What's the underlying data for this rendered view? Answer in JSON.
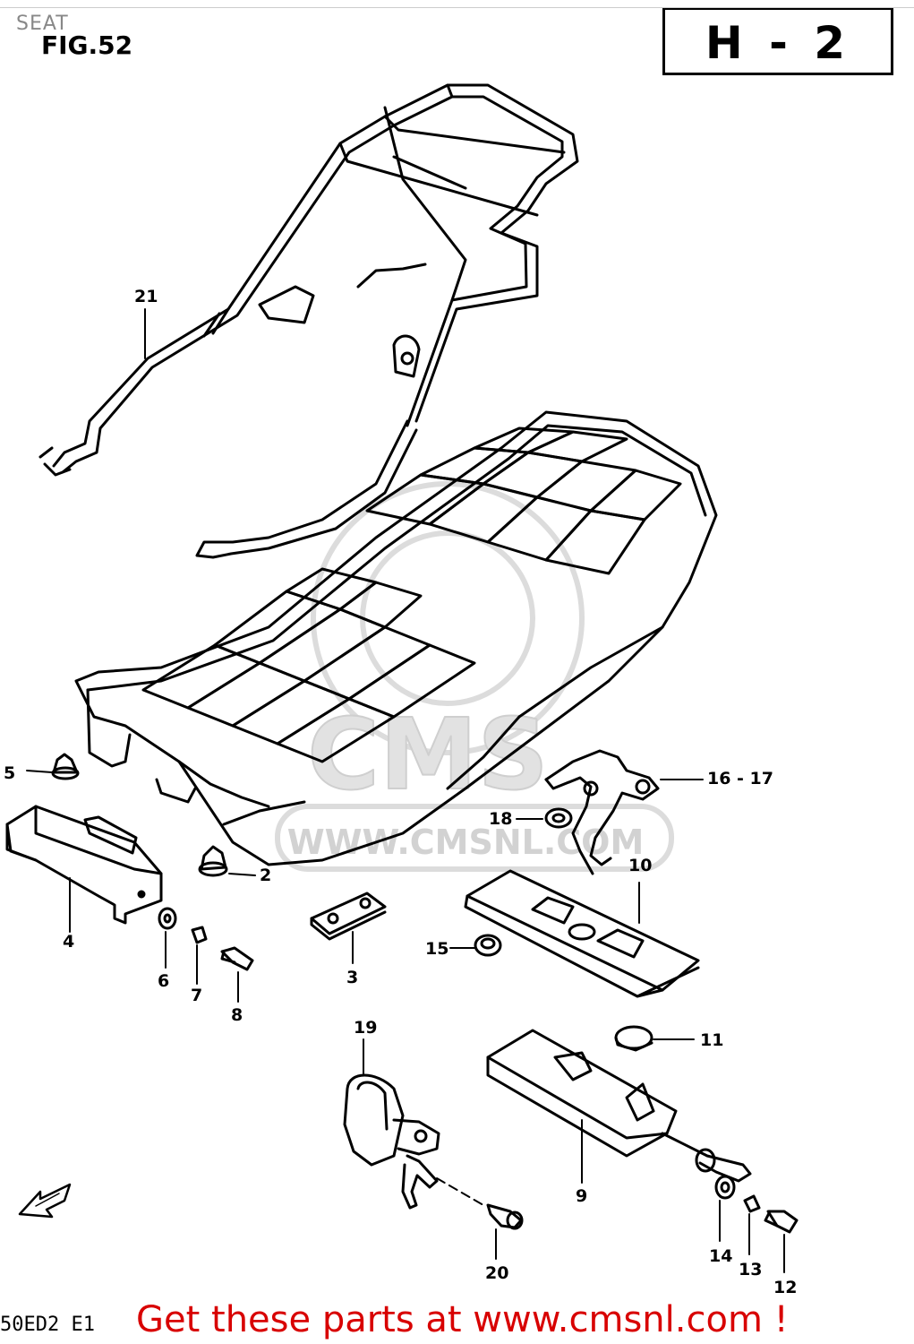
{
  "header": {
    "doc_title": "SEAT",
    "figure_label": "FIG.52",
    "section_code": "H - 2"
  },
  "watermark": {
    "logo_text": "CMS",
    "url_text": "WWW.CMSNL.COM"
  },
  "footer": {
    "model_code": "50ED2 E1",
    "link_text": "Get these parts at www.cmsnl.com !"
  },
  "parts": [
    {
      "id": "21",
      "label": "21"
    },
    {
      "id": "5",
      "label": "5"
    },
    {
      "id": "4",
      "label": "4"
    },
    {
      "id": "2",
      "label": "2"
    },
    {
      "id": "6",
      "label": "6"
    },
    {
      "id": "7",
      "label": "7"
    },
    {
      "id": "8",
      "label": "8"
    },
    {
      "id": "3",
      "label": "3"
    },
    {
      "id": "16-17",
      "label": "16 - 17"
    },
    {
      "id": "18",
      "label": "18"
    },
    {
      "id": "10",
      "label": "10"
    },
    {
      "id": "15",
      "label": "15"
    },
    {
      "id": "11",
      "label": "11"
    },
    {
      "id": "19",
      "label": "19"
    },
    {
      "id": "9",
      "label": "9"
    },
    {
      "id": "14",
      "label": "14"
    },
    {
      "id": "13",
      "label": "13"
    },
    {
      "id": "12",
      "label": "12"
    },
    {
      "id": "20",
      "label": "20"
    }
  ],
  "icons": {
    "forward_arrow": "fwd-arrow-icon"
  },
  "colors": {
    "footer_link": "#d80000",
    "line_art": "#000000",
    "watermark": "#dcdcdc"
  }
}
